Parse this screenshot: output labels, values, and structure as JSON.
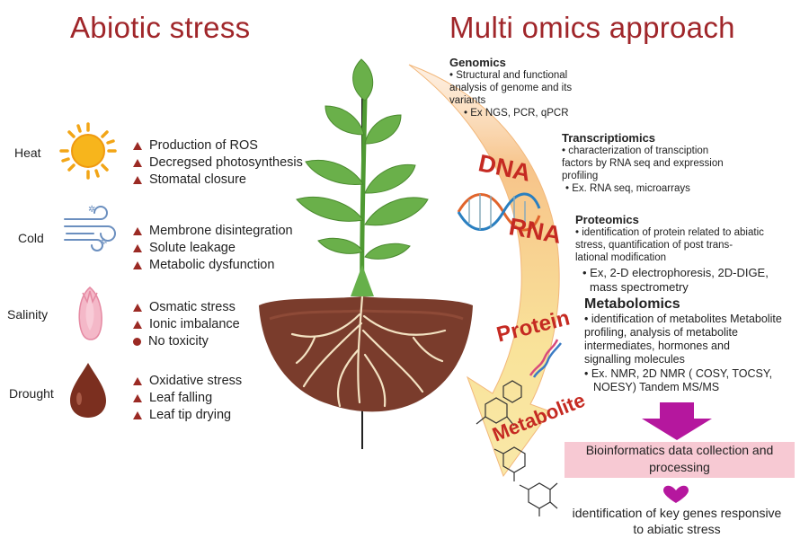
{
  "left": {
    "title": "Abiotic stress",
    "stresses": [
      {
        "label": "Heat",
        "icon": "sun-icon",
        "effects": [
          "Production of ROS",
          "Decregsed photosynthesis",
          "Stomatal closure"
        ]
      },
      {
        "label": "Cold",
        "icon": "wind-icon",
        "effects": [
          "Membrone disintegration",
          "Solute leakage",
          "Metabolic dysfunction"
        ]
      },
      {
        "label": "Salinity",
        "icon": "flower-bud-icon",
        "effects": [
          "Osmatic stress",
          "Ionic imbalance",
          "No toxicity"
        ]
      },
      {
        "label": "Drought",
        "icon": "water-drop-icon",
        "effects": [
          "Oxidative stress",
          "Leaf falling",
          "Leaf tip drying"
        ]
      }
    ]
  },
  "right": {
    "title": "Multi omics approach",
    "molecules": [
      "DNA",
      "RNA",
      "Protein",
      "Metabolite"
    ],
    "sections": {
      "genomics": {
        "title": "Genomics",
        "lines": [
          "• Structural and functional",
          "analysis of genome and its",
          "variants",
          "• Ex NGS, PCR, qPCR"
        ]
      },
      "transcriptomics": {
        "title": "Transcriptiomics",
        "lines": [
          "• characterization of transciption",
          "factors by RNA seq and expression",
          "profiling",
          "• Ex. RNA seq, microarrays"
        ]
      },
      "proteomics": {
        "title": "Proteomics",
        "lines": [
          "• identification of protein related to abiatic",
          "stress, quantification of post trans-",
          "lational modification"
        ],
        "example_lines": [
          "• Ex, 2-D electrophoresis,  2D-DIGE,",
          "mass spectrometry"
        ]
      },
      "metabolomics": {
        "title": "Metabolomics",
        "lines": [
          "• identification of metabolites Metabolite",
          "profiling, analysis of metabolite",
          "intermediates, hormones and",
          "signalling molecules"
        ],
        "example_lines": [
          "• Ex. NMR, 2D NMR  ( COSY, TOCSY,",
          "NOESY) Tandem MS/MS"
        ]
      }
    },
    "bioinformatics": [
      "Bioinformatics data collection and",
      "processing"
    ],
    "final": [
      "identification of key genes responsive",
      "to abiatic stress"
    ]
  },
  "colors": {
    "title_red": "#a0262a",
    "bullet_red": "#9b2a24",
    "arrow_peach": "#f7c48a",
    "arrow_yellow": "#f9e39a",
    "box_pink": "#f7c9d3",
    "magenta_arrow": "#b5179e",
    "soil_brown": "#7a3c2c",
    "leaf_green": "#5da53a"
  }
}
